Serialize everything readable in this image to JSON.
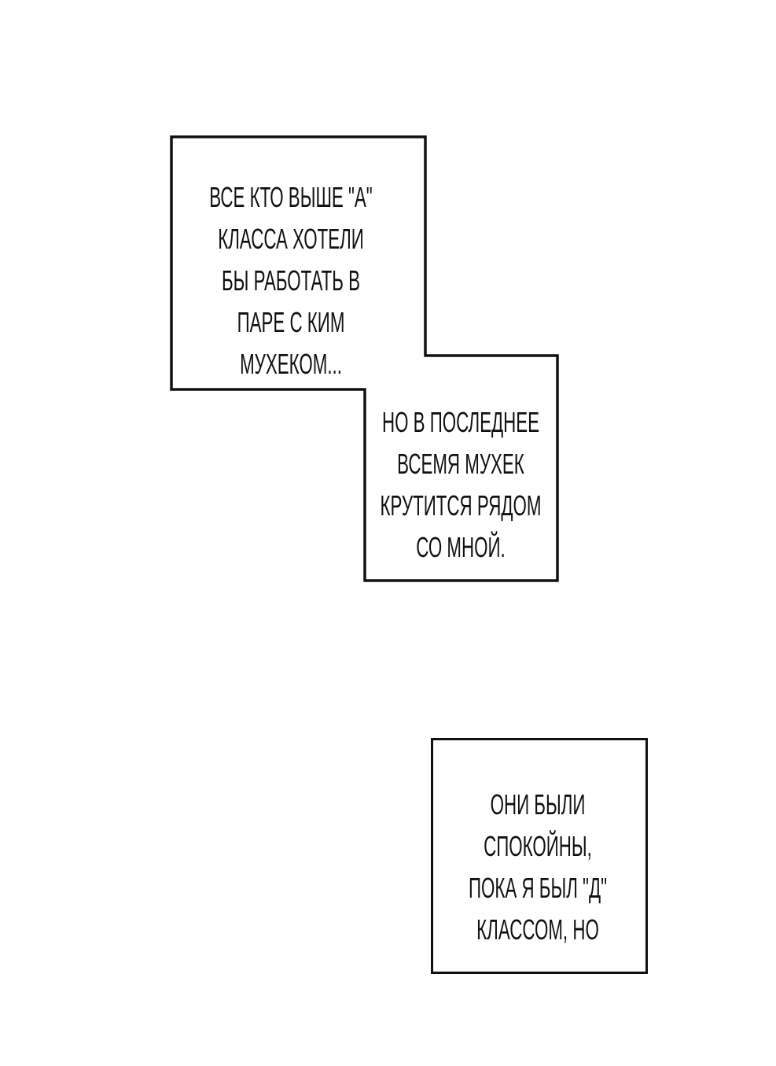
{
  "panel_1": {
    "caption_top": [
      "ВСЕ КТО ВЫШЕ \"А\"",
      "КЛАССА ХОТЕЛИ",
      "БЫ РАБОТАТЬ В",
      "ПАРЕ С КИМ",
      "МУХЕКОМ..."
    ],
    "caption_bottom": [
      "НО В ПОСЛЕДНЕЕ",
      "ВСЕМЯ МУХЕК",
      "КРУТИТСЯ РЯДОМ",
      "СО МНОЙ."
    ]
  },
  "panel_2": {
    "caption": [
      "ОНИ БЫЛИ",
      "СПОКОЙНЫ,",
      "ПОКА Я БЫЛ \"Д\"",
      "КЛАССОМ, НО"
    ]
  },
  "colors": {
    "background": "#ffffff",
    "border": "#111111",
    "text": "#111111"
  }
}
